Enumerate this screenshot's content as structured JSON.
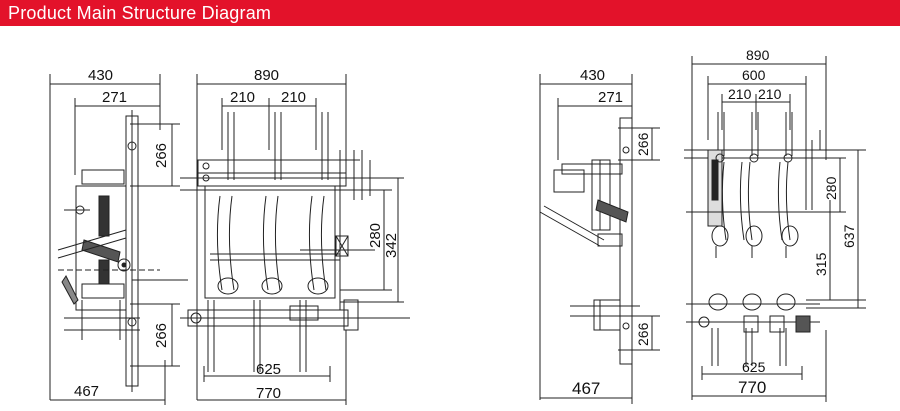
{
  "header": {
    "title": "Product Main Structure Diagram",
    "color": "#e3122a"
  },
  "left_diagram": {
    "side_view": {
      "dims": {
        "top_outer": "430",
        "top_inner": "271",
        "upper_h": "266",
        "lower_h": "266",
        "bottom": "467"
      }
    },
    "front_view": {
      "dims": {
        "top_width": "890",
        "pitch_a": "210",
        "pitch_b": "210",
        "mid_h": "280",
        "full_h": "342",
        "inner_w": "625",
        "outer_w": "770"
      }
    }
  },
  "right_diagram": {
    "side_view": {
      "dims": {
        "top_outer": "430",
        "top_inner": "271",
        "upper_h": "266",
        "lower_h": "266",
        "bottom": "467"
      }
    },
    "front_view": {
      "dims": {
        "top_width": "890",
        "second_width": "600",
        "pitch_a": "210",
        "pitch_b": "210",
        "h_280": "280",
        "h_315": "315",
        "h_637": "637",
        "inner_w": "625",
        "outer_w": "770"
      }
    }
  }
}
